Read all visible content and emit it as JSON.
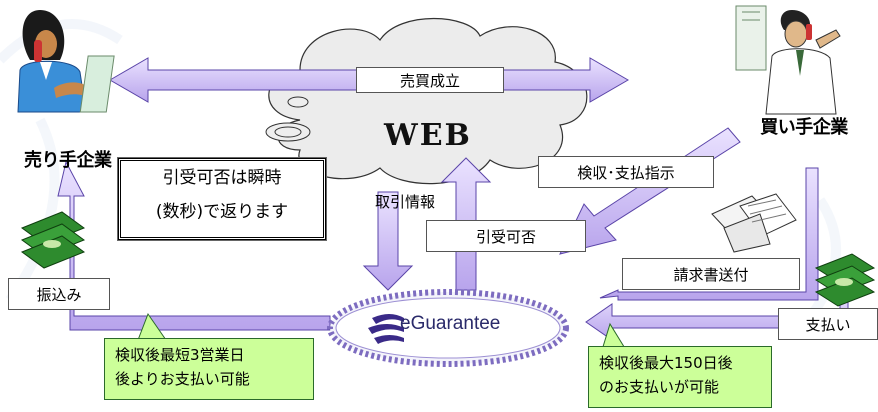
{
  "center_label": "WEB",
  "seller": "売り手企業",
  "buyer": "買い手企業",
  "logo_text": "eGuarantee",
  "boxes": {
    "deal": "売買成立",
    "inspect": "検収･支払指示",
    "info": "取引情報",
    "acceptance": "引受可否",
    "invoice": "請求書送付",
    "transfer": "振込み",
    "payment": "支払い"
  },
  "note": {
    "line1": "引受可否は瞬時",
    "line2": "(数秒)で返ります"
  },
  "callout_left": {
    "line1": "検収後最短3営業日",
    "line2": "後よりお支払い可能"
  },
  "callout_right": {
    "line1": "検収後最大150日後",
    "line2": "のお支払いが可能"
  },
  "colors": {
    "arrow_fill": "#c8b8f0",
    "arrow_edge": "#5a44a8",
    "callout_bg": "#ccff99",
    "money": "#2e8b2e"
  }
}
